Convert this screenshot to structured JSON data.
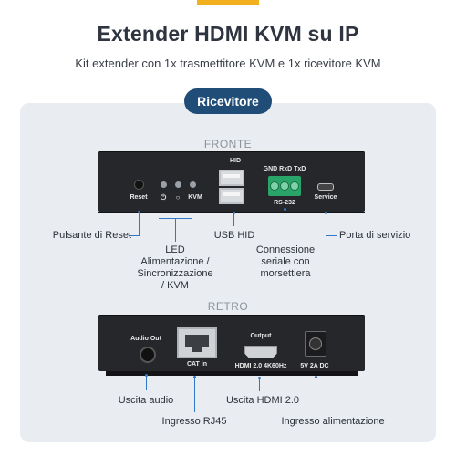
{
  "header": {
    "title": "Extender HDMI KVM su IP",
    "subtitle": "Kit extender con 1x trasmettitore KVM e 1x ricevitore KVM",
    "badge": "Ricevitore"
  },
  "front": {
    "section_label": "FRONTE",
    "device_labels": {
      "hid": "HID",
      "reset": "Reset",
      "kvm": "KVM",
      "terminal": "GND RxD TxD",
      "rs232": "RS-232",
      "service": "Service"
    },
    "callouts": {
      "reset": "Pulsante di Reset",
      "led": "LED\nAlimentazione /\nSincronizzazione\n/ KVM",
      "usb": "USB HID",
      "serial": "Connessione\nseriale con\nmorsettiera",
      "service": "Porta di servizio"
    }
  },
  "back": {
    "section_label": "RETRO",
    "device_labels": {
      "audio": "Audio Out",
      "cat": "CAT in",
      "output": "Output",
      "hdmi": "HDMI 2.0 4K60Hz",
      "power": "5V 2A DC"
    },
    "callouts": {
      "audio": "Uscita audio",
      "rj45": "Ingresso RJ45",
      "hdmi": "Uscita HDMI 2.0",
      "power": "Ingresso alimentazione"
    }
  },
  "colors": {
    "accent": "#f2b01e",
    "badge_bg": "#1f4d78",
    "leader_line": "#2e78c7",
    "panel_bg": "#e9edf1",
    "device_body": "#26272b"
  }
}
